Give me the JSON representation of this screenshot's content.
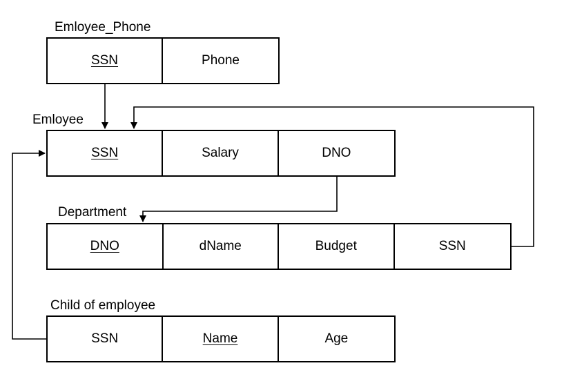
{
  "tables": {
    "employee_phone": {
      "title": "Emloyee_Phone",
      "col1": "SSN",
      "col2": "Phone"
    },
    "employee": {
      "title": "Emloyee",
      "col1": "SSN",
      "col2": "Salary",
      "col3": "DNO"
    },
    "department": {
      "title": "Department",
      "col1": "DNO",
      "col2": "dName",
      "col3": "Budget",
      "col4": "SSN"
    },
    "child": {
      "title": "Child of employee",
      "col1": "SSN",
      "col2": "Name",
      "col3": "Age"
    }
  },
  "relationships": [
    {
      "from": "Emloyee_Phone.SSN",
      "to": "Emloyee.SSN"
    },
    {
      "from": "Department.SSN",
      "to": "Emloyee.SSN"
    },
    {
      "from": "Emloyee.DNO",
      "to": "Department.DNO"
    },
    {
      "from": "Child of employee.SSN",
      "to": "Emloyee.SSN"
    }
  ]
}
